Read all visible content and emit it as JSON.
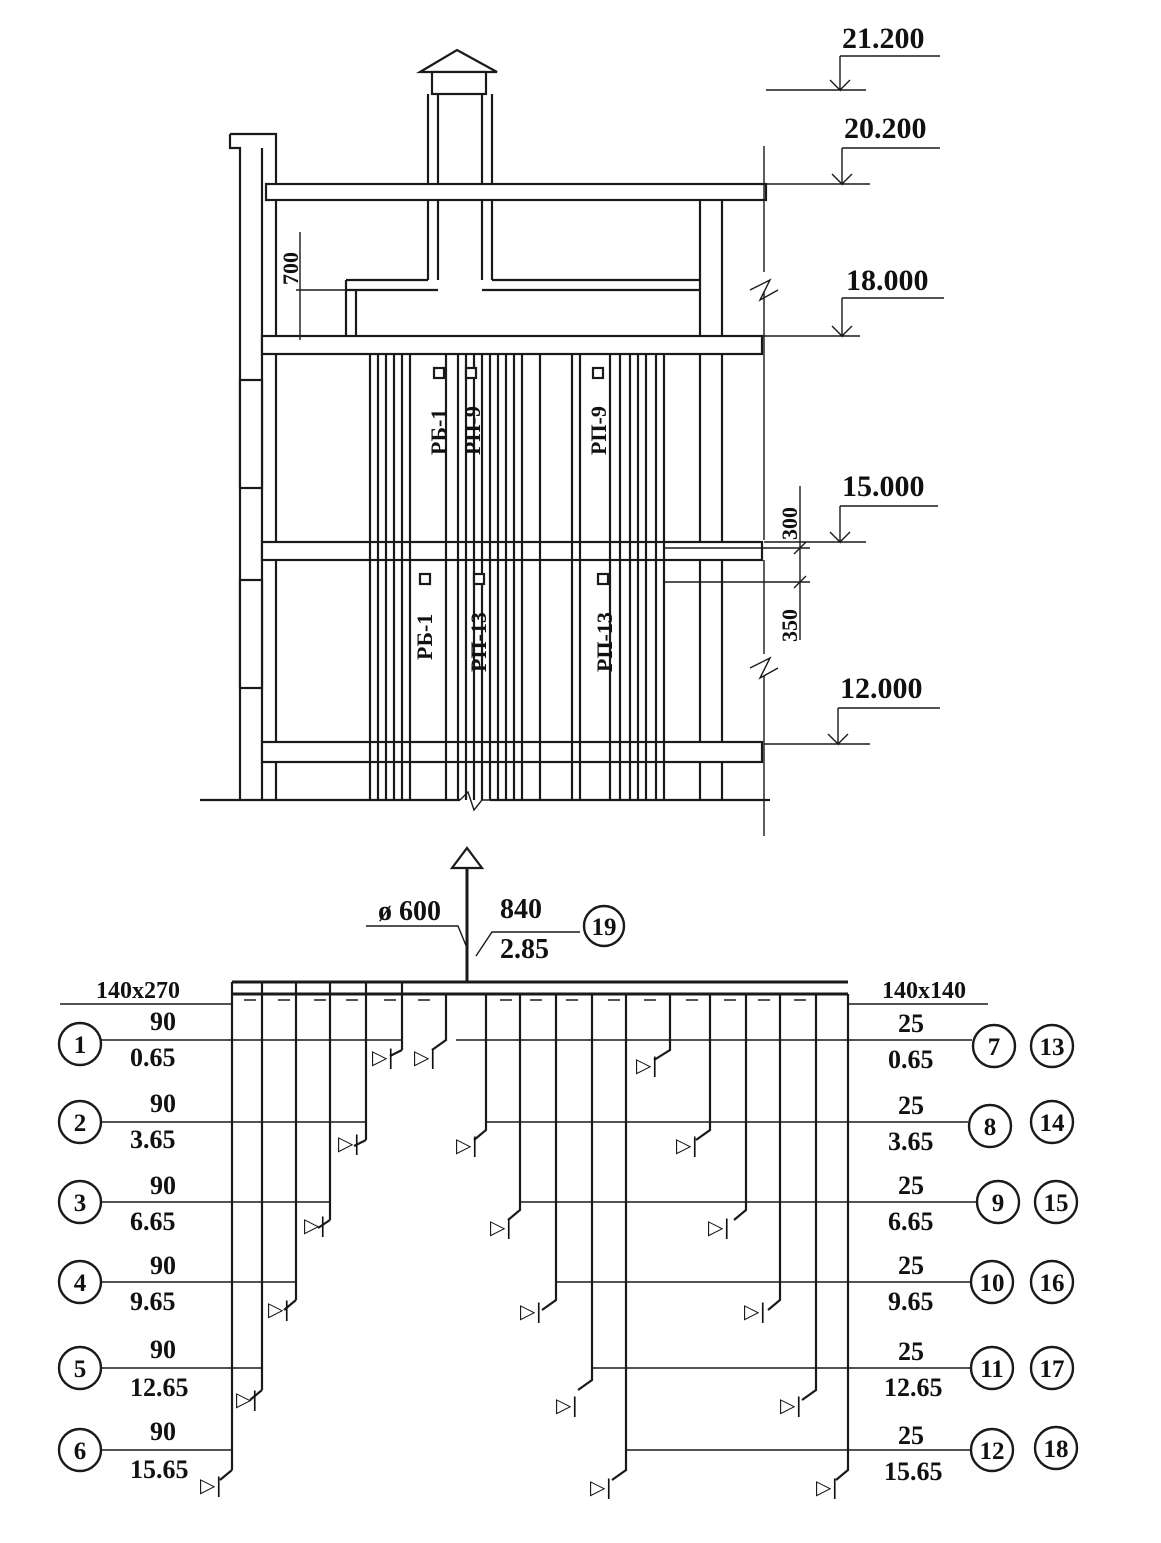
{
  "elevations": {
    "e21200": "21.200",
    "e20200": "20.200",
    "e18000": "18.000",
    "e15000": "15.000",
    "e12000": "12.000"
  },
  "dimensions": {
    "d700": "700",
    "d300": "300",
    "d350": "350"
  },
  "grilles": {
    "upper": [
      "РБ-1",
      "РП-9",
      "РП-9"
    ],
    "lower": [
      "РБ-1",
      "РП-13",
      "РП-13"
    ]
  },
  "scheme": {
    "shaft_diameter": "ø 600",
    "main_flow": "840",
    "main_length": "2.85",
    "main_id": "19",
    "left_duct_size": "140x270",
    "right_duct_size": "140x140",
    "left_branches": [
      {
        "id": "1",
        "flow": "90",
        "level": "0.65"
      },
      {
        "id": "2",
        "flow": "90",
        "level": "3.65"
      },
      {
        "id": "3",
        "flow": "90",
        "level": "6.65"
      },
      {
        "id": "4",
        "flow": "90",
        "level": "9.65"
      },
      {
        "id": "5",
        "flow": "90",
        "level": "12.65"
      },
      {
        "id": "6",
        "flow": "90",
        "level": "15.65"
      }
    ],
    "right_branches": [
      {
        "id": "7",
        "id2": "13",
        "flow": "25",
        "level": "0.65"
      },
      {
        "id": "8",
        "id2": "14",
        "flow": "25",
        "level": "3.65"
      },
      {
        "id": "9",
        "id2": "15",
        "flow": "25",
        "level": "6.65"
      },
      {
        "id": "10",
        "id2": "16",
        "flow": "25",
        "level": "9.65"
      },
      {
        "id": "11",
        "id2": "17",
        "flow": "25",
        "level": "12.65"
      },
      {
        "id": "12",
        "id2": "18",
        "flow": "25",
        "level": "15.65"
      }
    ]
  }
}
